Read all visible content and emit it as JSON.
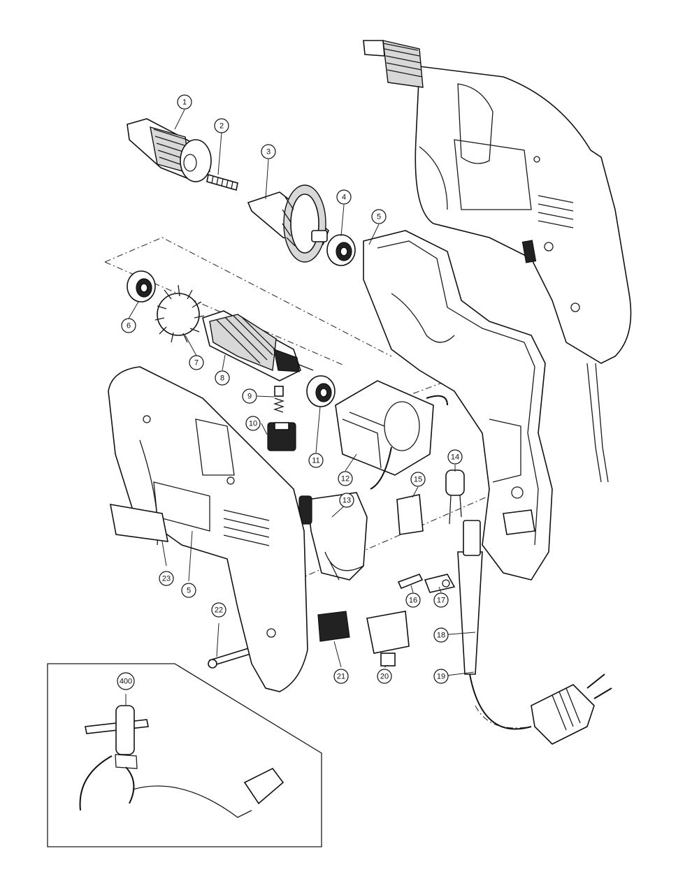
{
  "diagram": {
    "callouts": [
      {
        "id": "c1",
        "label": "1"
      },
      {
        "id": "c2",
        "label": "2"
      },
      {
        "id": "c3",
        "label": "3"
      },
      {
        "id": "c4",
        "label": "4"
      },
      {
        "id": "c5a",
        "label": "5"
      },
      {
        "id": "c6",
        "label": "6"
      },
      {
        "id": "c7",
        "label": "7"
      },
      {
        "id": "c8",
        "label": "8"
      },
      {
        "id": "c9",
        "label": "9"
      },
      {
        "id": "c10",
        "label": "10"
      },
      {
        "id": "c11",
        "label": "11"
      },
      {
        "id": "c12",
        "label": "12"
      },
      {
        "id": "c13",
        "label": "13"
      },
      {
        "id": "c14",
        "label": "14"
      },
      {
        "id": "c15",
        "label": "15"
      },
      {
        "id": "c16",
        "label": "16"
      },
      {
        "id": "c17",
        "label": "17"
      },
      {
        "id": "c18",
        "label": "18"
      },
      {
        "id": "c19",
        "label": "19"
      },
      {
        "id": "c20",
        "label": "20"
      },
      {
        "id": "c21",
        "label": "21"
      },
      {
        "id": "c22",
        "label": "22"
      },
      {
        "id": "c23",
        "label": "23"
      },
      {
        "id": "c5b",
        "label": "5"
      },
      {
        "id": "c400",
        "label": "400"
      }
    ]
  }
}
